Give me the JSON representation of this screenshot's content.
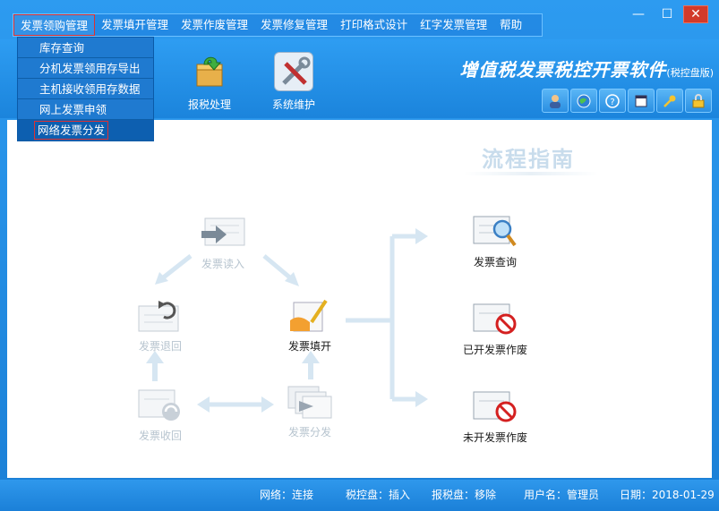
{
  "menu": [
    "发票领购管理",
    "发票填开管理",
    "发票作废管理",
    "发票修复管理",
    "打印格式设计",
    "红字发票管理",
    "帮助"
  ],
  "window_controls": {
    "minimize": "—",
    "maximize": "☐",
    "close": "✕"
  },
  "dropdown": [
    "库存查询",
    "分机发票领用存导出",
    "主机接收领用存数据",
    "网上发票申领",
    "网络发票分发"
  ],
  "toolbar": {
    "tax_report": "报税处理",
    "system_maintenance": "系统维护"
  },
  "brand": {
    "title": "增值税发票税控开票软件",
    "edition": "(税控盘版)"
  },
  "icon_strip": [
    "user-icon",
    "globe-icon",
    "help-icon",
    "window-icon",
    "key-icon",
    "lock-icon"
  ],
  "guide": {
    "title": "流程指南",
    "read": "发票读入",
    "return": "发票退回",
    "issue": "发票填开",
    "recover": "发票收回",
    "distribute": "发票分发",
    "query": "发票查询",
    "void_issued": "已开发票作废",
    "void_unissued": "未开发票作废"
  },
  "status": {
    "network": "网络：连接",
    "tax_disk": "税控盘：插入",
    "report_disk": "报税盘：移除",
    "user": "用户名：管理员",
    "date": "日期：2018-01-29"
  },
  "colors": {
    "accent": "#1a7fd6",
    "highlight_border": "#e03030",
    "dim_text": "#b7c4cf"
  }
}
